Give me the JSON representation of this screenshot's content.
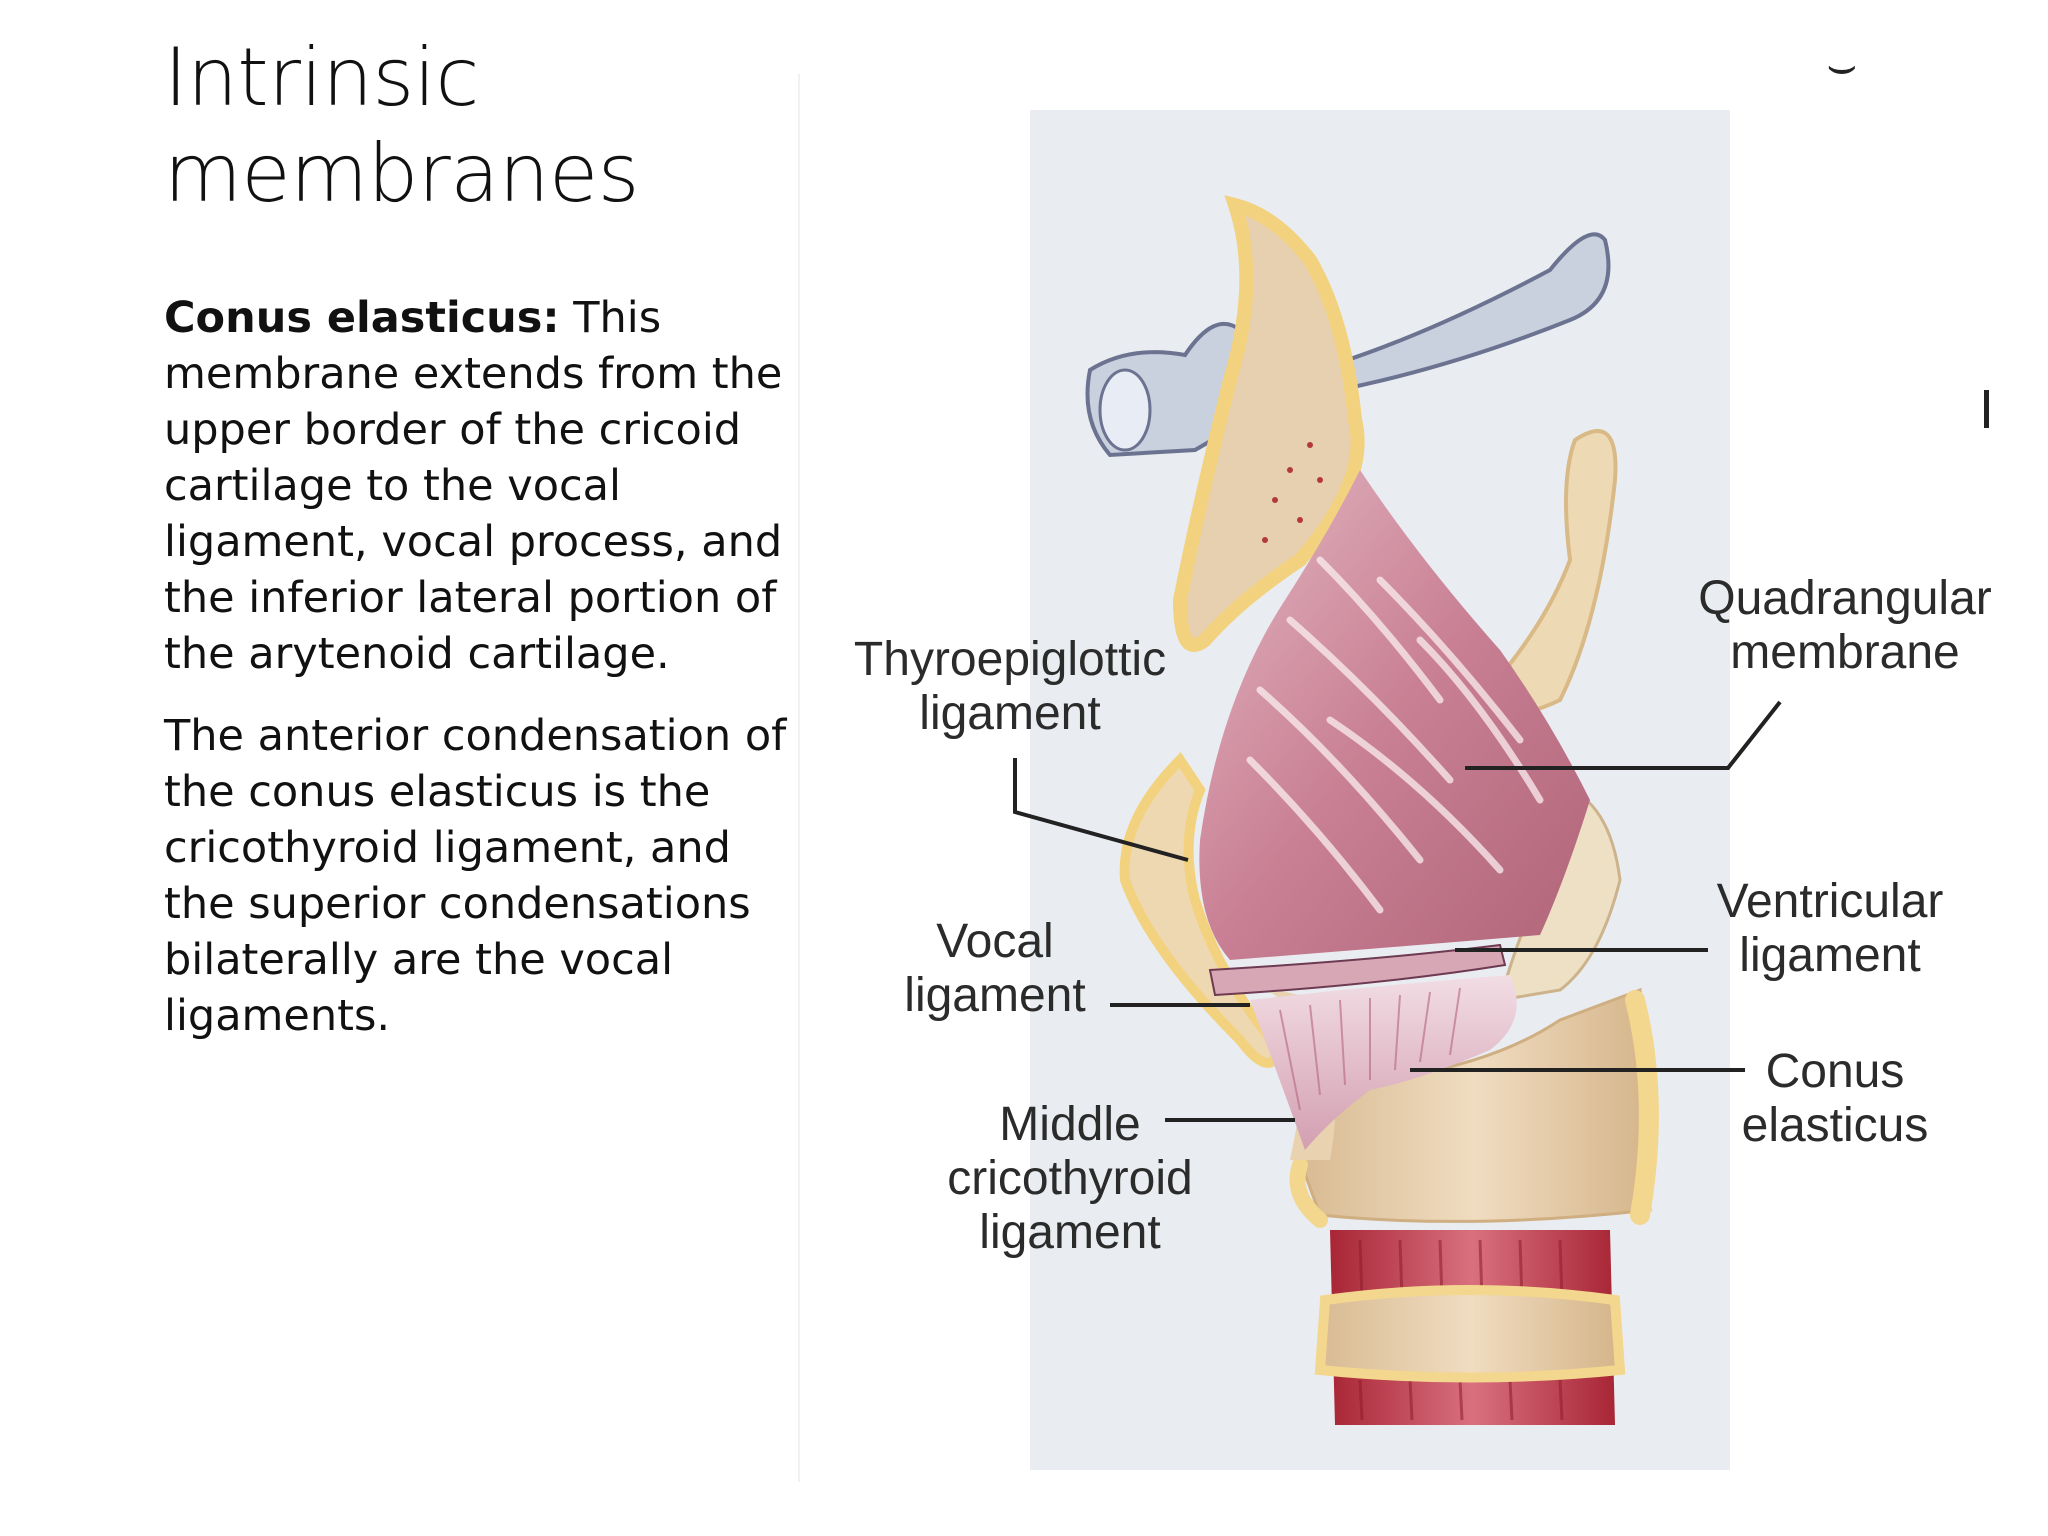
{
  "slide": {
    "title": "Intrinsic membranes",
    "paragraph1_term": "Conus elasticus:",
    "paragraph1_text": " This membrane extends from the upper border of the cricoid cartilage to the vocal ligament, vocal process, and the inferior lateral portion of the arytenoid cartilage.",
    "paragraph2_text": "The anterior condensation of the conus elasticus is the cricothyroid ligament, and the superior condensations bilaterally are the vocal ligaments."
  },
  "figure": {
    "labels": {
      "thyroepiglottic": "Thyroepiglottic\nligament",
      "vocal": "Vocal\nligament",
      "middle_cricothyroid": "Middle\ncricothyroid\nligament",
      "quadrangular": "Quadrangular\nmembrane",
      "ventricular": "Ventricular\nligament",
      "conus": "Conus\nelasticus"
    },
    "colors": {
      "panel": "#e9edf1",
      "cartilage": "#e9d3b2",
      "cartilage_edge": "#f4d78e",
      "membrane": "#cf8e9e",
      "hyoid": "#c4ccdc",
      "trachea": "#c23a4a"
    }
  }
}
